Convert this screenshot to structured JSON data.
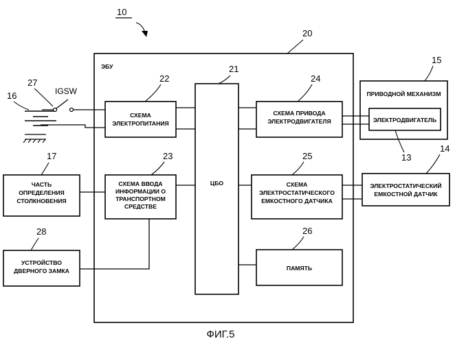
{
  "diagram": {
    "ref": {
      "n10": "10",
      "n20": "20",
      "n21": "21",
      "n22": "22",
      "n23": "23",
      "n24": "24",
      "n25": "25",
      "n26": "26",
      "n27": "27",
      "n28": "28",
      "n15": "15",
      "n16": "16",
      "n17": "17",
      "n13": "13",
      "n14": "14"
    },
    "ecu_label": "ЭБУ",
    "igsw_label": "IGSW",
    "cpu_label": "ЦБО",
    "power_circuit": [
      "СХЕМА",
      "ЭЛЕКТРОПИТАНИЯ"
    ],
    "vehicle_input": [
      "СХЕМА ВВОДА",
      "ИНФОРМАЦИИ О",
      "ТРАНСПОРТНОМ",
      "СРЕДСТВЕ"
    ],
    "motor_drive": [
      "СХЕМА ПРИВОДА",
      "ЭЛЕКТРОДВИГАТЕЛЯ"
    ],
    "sensor_circuit": [
      "СХЕМА",
      "ЭЛЕКТРОСТАТИЧЕСКОГО",
      "ЕМКОСТНОГО ДАТЧИКА"
    ],
    "memory_label": "ПАМЯТЬ",
    "drive_mechanism_label": "ПРИВОДНОЙ МЕХАНИЗМ",
    "motor_label": "ЭЛЕКТРОДВИГАТЕЛЬ",
    "capacitive_sensor": [
      "ЭЛЕКТРОСТАТИЧЕСКИЙ",
      "ЕМКОСТНОЙ ДАТЧИК"
    ],
    "collision_detection": [
      "ЧАСТЬ",
      "ОПРЕДЕЛЕНИЯ",
      "СТОЛКНОВЕНИЯ"
    ],
    "door_lock": [
      "УСТРОЙСТВО",
      "ДВЕРНОГО ЗАМКА"
    ],
    "figure_caption": "ФИГ.5"
  }
}
